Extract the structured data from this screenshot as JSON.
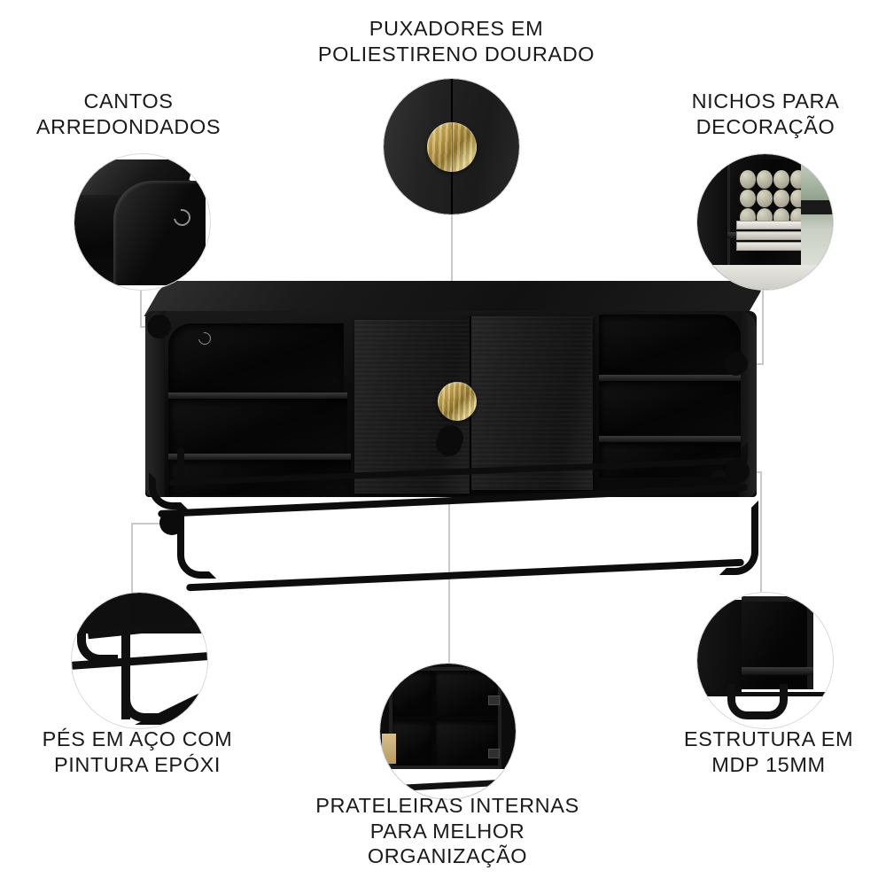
{
  "page": {
    "type": "product-feature-infographic",
    "background_color": "#ffffff",
    "text_color": "#1a1a1a",
    "accent_gold": "#c9a952",
    "furniture_color": "#0d0d0d",
    "leader_line_color": "#c9c9c9"
  },
  "product": {
    "name": "rack-tv-preto-com-pes-de-aco",
    "door_count": 2,
    "knob_count": 1,
    "left_niche_shelves": 2,
    "right_niche_shelves": 2
  },
  "callouts": [
    {
      "id": "cantos-arredondados",
      "label": "CANTOS\nARREDONDADOS",
      "position": "top-left",
      "bubble_art": "rounded-corner-closeup"
    },
    {
      "id": "puxadores-poliestireno-dourado",
      "label": "PUXADORES EM\nPOLIESTIRENO DOURADO",
      "position": "top-center",
      "bubble_art": "gold-knob-closeup"
    },
    {
      "id": "nichos-para-decoracao",
      "label": "NICHOS PARA\nDECORAÇÃO",
      "position": "top-right",
      "bubble_art": "decorated-niche-closeup"
    },
    {
      "id": "pes-em-aco-pintura-epoxi",
      "label": "PÉS EM AÇO COM\nPINTURA EPÓXI",
      "position": "bottom-left",
      "bubble_art": "steel-leg-closeup"
    },
    {
      "id": "prateleiras-internas",
      "label": "PRATELEIRAS INTERNAS\nPARA MELHOR\nORGANIZAÇÃO",
      "position": "bottom-center",
      "bubble_art": "internal-shelves-closeup"
    },
    {
      "id": "estrutura-mdp-15mm",
      "label": "ESTRUTURA EM\nMDP 15MM",
      "position": "bottom-right",
      "bubble_art": "mdp-panel-closeup"
    }
  ]
}
